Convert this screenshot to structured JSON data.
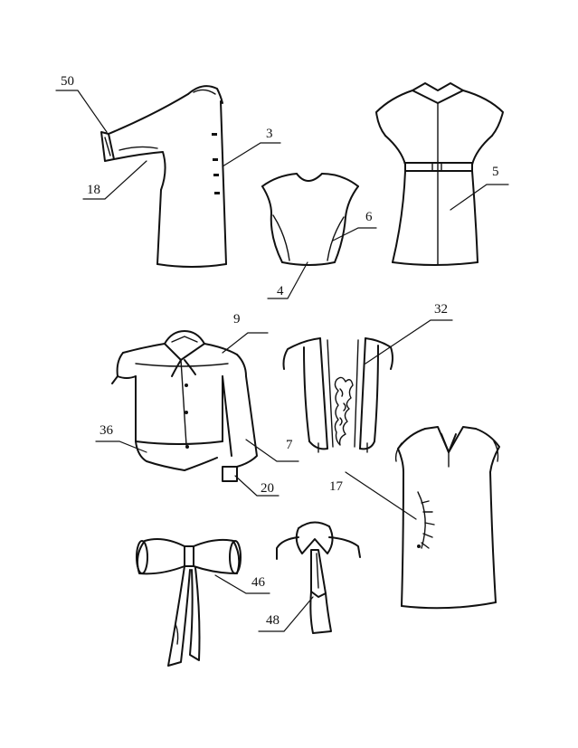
{
  "figure": {
    "labels": {
      "l50": "50",
      "l3": "3",
      "l18": "18",
      "l6": "6",
      "l4": "4",
      "l5": "5",
      "l9": "9",
      "l32": "32",
      "l36": "36",
      "l7": "7",
      "l20": "20",
      "l17": "17",
      "l46": "46",
      "l48": "48"
    },
    "items": [
      "tunic-dress",
      "sleeveless-bodice",
      "belted-dress",
      "blouse-with-peplum",
      "vest-with-lace-insert",
      "sleeveless-dress",
      "bow",
      "collar-with-tie"
    ]
  }
}
